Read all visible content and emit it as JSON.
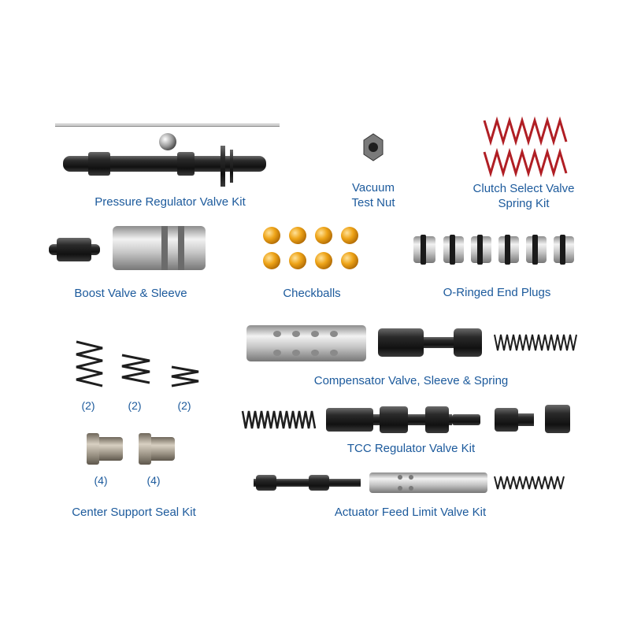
{
  "labels": {
    "pressure_regulator": "Pressure Regulator Valve Kit",
    "vacuum_line1": "Vacuum",
    "vacuum_line2": "Test Nut",
    "clutch_line1": "Clutch Select Valve",
    "clutch_line2": "Spring Kit",
    "boost": "Boost Valve & Sleeve",
    "checkballs": "Checkballs",
    "end_plugs": "O-Ringed End Plugs",
    "compensator": "Compensator Valve, Sleeve & Spring",
    "tcc": "TCC Regulator Valve Kit",
    "center_support": "Center Support Seal Kit",
    "actuator": "Actuator Feed Limit Valve Kit"
  },
  "quantities": {
    "spring_a": "(2)",
    "spring_b": "(2)",
    "spring_c": "(2)",
    "seal_a": "(4)",
    "seal_b": "(4)"
  },
  "colors": {
    "label": "#1c5a9c",
    "checkball": "#e8a21c",
    "red_spring": "#b01e24"
  }
}
